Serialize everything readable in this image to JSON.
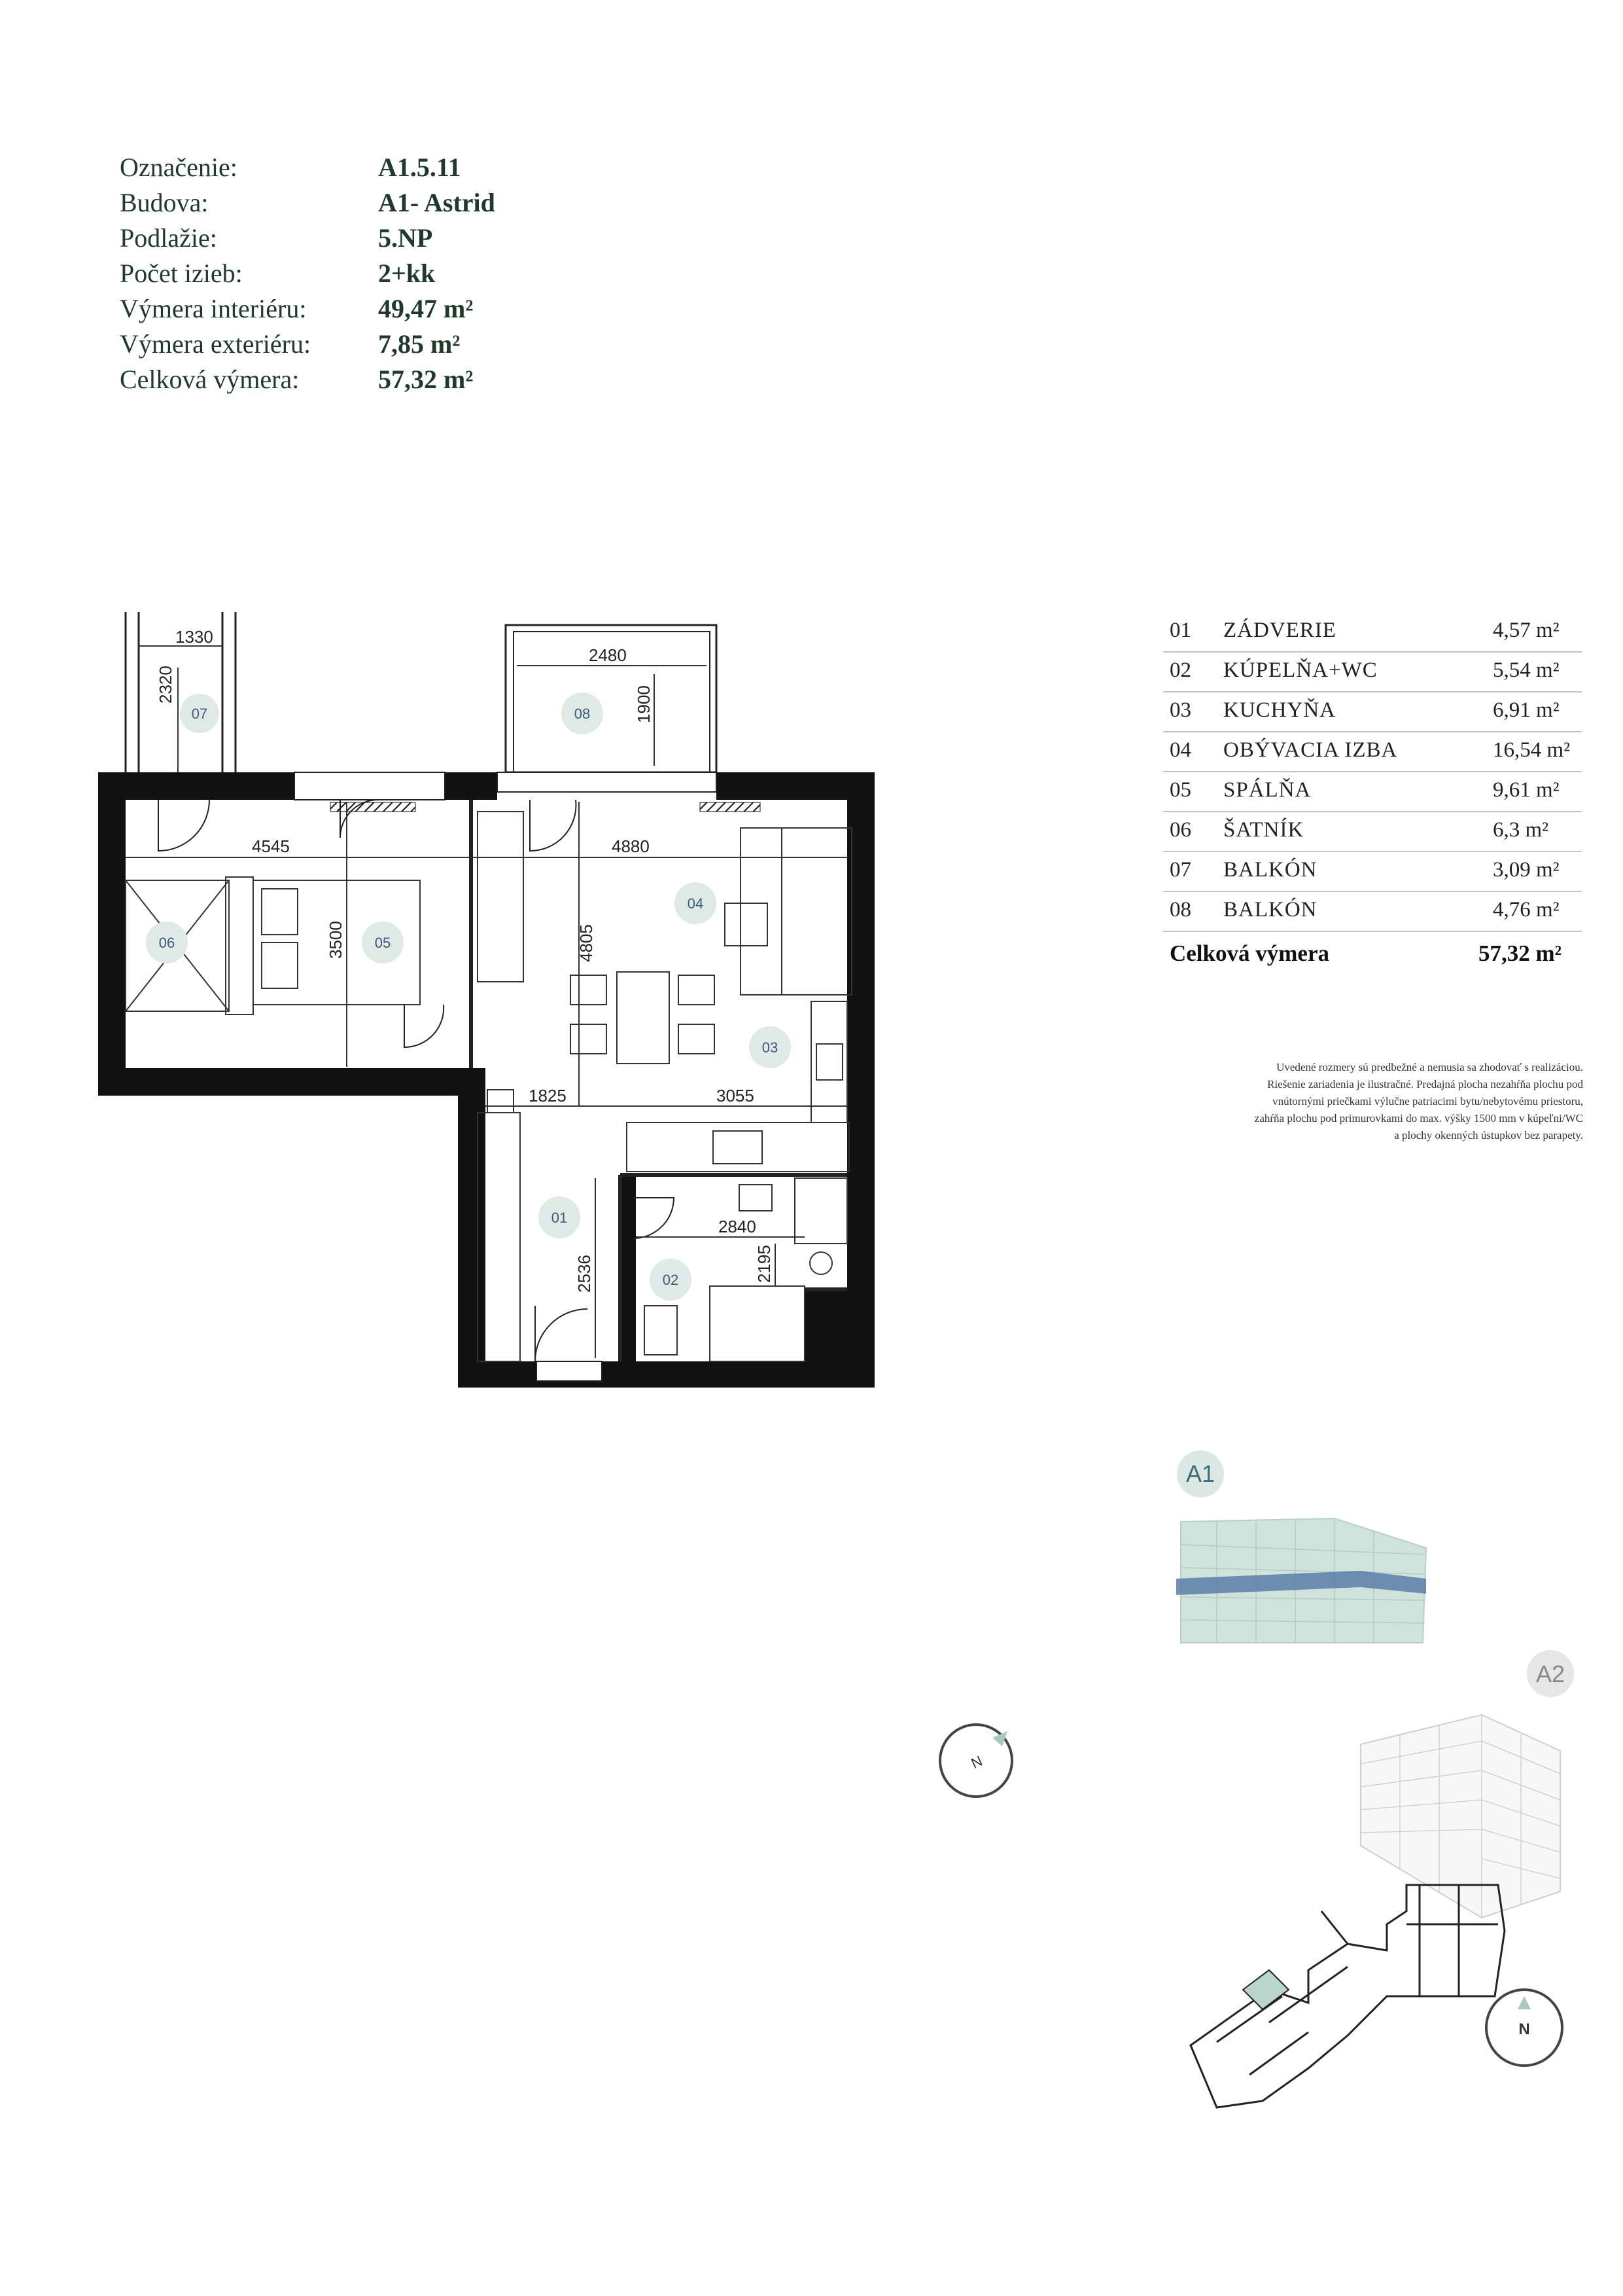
{
  "info": [
    {
      "label": "Označenie:",
      "value": "A1.5.11"
    },
    {
      "label": "Budova:",
      "value": "A1- Astrid"
    },
    {
      "label": "Podlažie:",
      "value": "5.NP"
    },
    {
      "label": "Počet izieb:",
      "value": "2+kk"
    },
    {
      "label": "Výmera interiéru:",
      "value": "49,47 m²"
    },
    {
      "label": "Výmera exteriéru:",
      "value": "7,85 m²"
    },
    {
      "label": "Celková výmera:",
      "value": "57,32 m²"
    }
  ],
  "rooms": [
    {
      "no": "01",
      "name": "ZÁDVERIE",
      "area": "4,57 m²"
    },
    {
      "no": "02",
      "name": "KÚPELŇA+WC",
      "area": "5,54 m²"
    },
    {
      "no": "03",
      "name": "KUCHYŇA",
      "area": "6,91 m²"
    },
    {
      "no": "04",
      "name": "OBÝVACIA IZBA",
      "area": "16,54 m²"
    },
    {
      "no": "05",
      "name": "SPÁLŇA",
      "area": "9,61 m²"
    },
    {
      "no": "06",
      "name": "ŠATNÍK",
      "area": "6,3 m²"
    },
    {
      "no": "07",
      "name": "BALKÓN",
      "area": "3,09 m²"
    },
    {
      "no": "08",
      "name": "BALKÓN",
      "area": "4,76 m²"
    }
  ],
  "total": {
    "label": "Celková výmera",
    "value": "57,32 m²"
  },
  "note": [
    "Uvedené rozmery sú predbežné a nemusia sa zhodovať s realizáciou.",
    "Riešenie zariadenia je ilustračné. Predajná plocha nezahŕňa plochu pod",
    "vnútornými priečkami výlučne patriacimi bytu/nebytovému priestoru,",
    "zahŕňa plochu pod primurovkami do max. výšky 1500 mm v kúpeľni/WC",
    "a plochy okenných ústupkov bez parapety."
  ],
  "plan": {
    "dimensions": {
      "balcony07_w": "1330",
      "balcony07_h": "2320",
      "balcony08_w": "2480",
      "balcony08_h": "1900",
      "bedroom_w": "4545",
      "bedroom_h": "3500",
      "living_w": "4880",
      "living_h": "4805",
      "hall_w": "1825",
      "kitchen_w": "3055",
      "hall_h": "2536",
      "bath_w": "2840",
      "bath_h": "2195"
    },
    "tags": [
      "01",
      "02",
      "03",
      "04",
      "05",
      "06",
      "07",
      "08"
    ]
  },
  "building": {
    "a1": "A1",
    "a2": "A2"
  },
  "compass": {
    "north": "N"
  },
  "colors": {
    "brand_green": "#1f3a2a",
    "tag_fill": "#dfe9e6",
    "highlight_blue": "#5b7da8",
    "building_tint": "#cfe2dc"
  }
}
